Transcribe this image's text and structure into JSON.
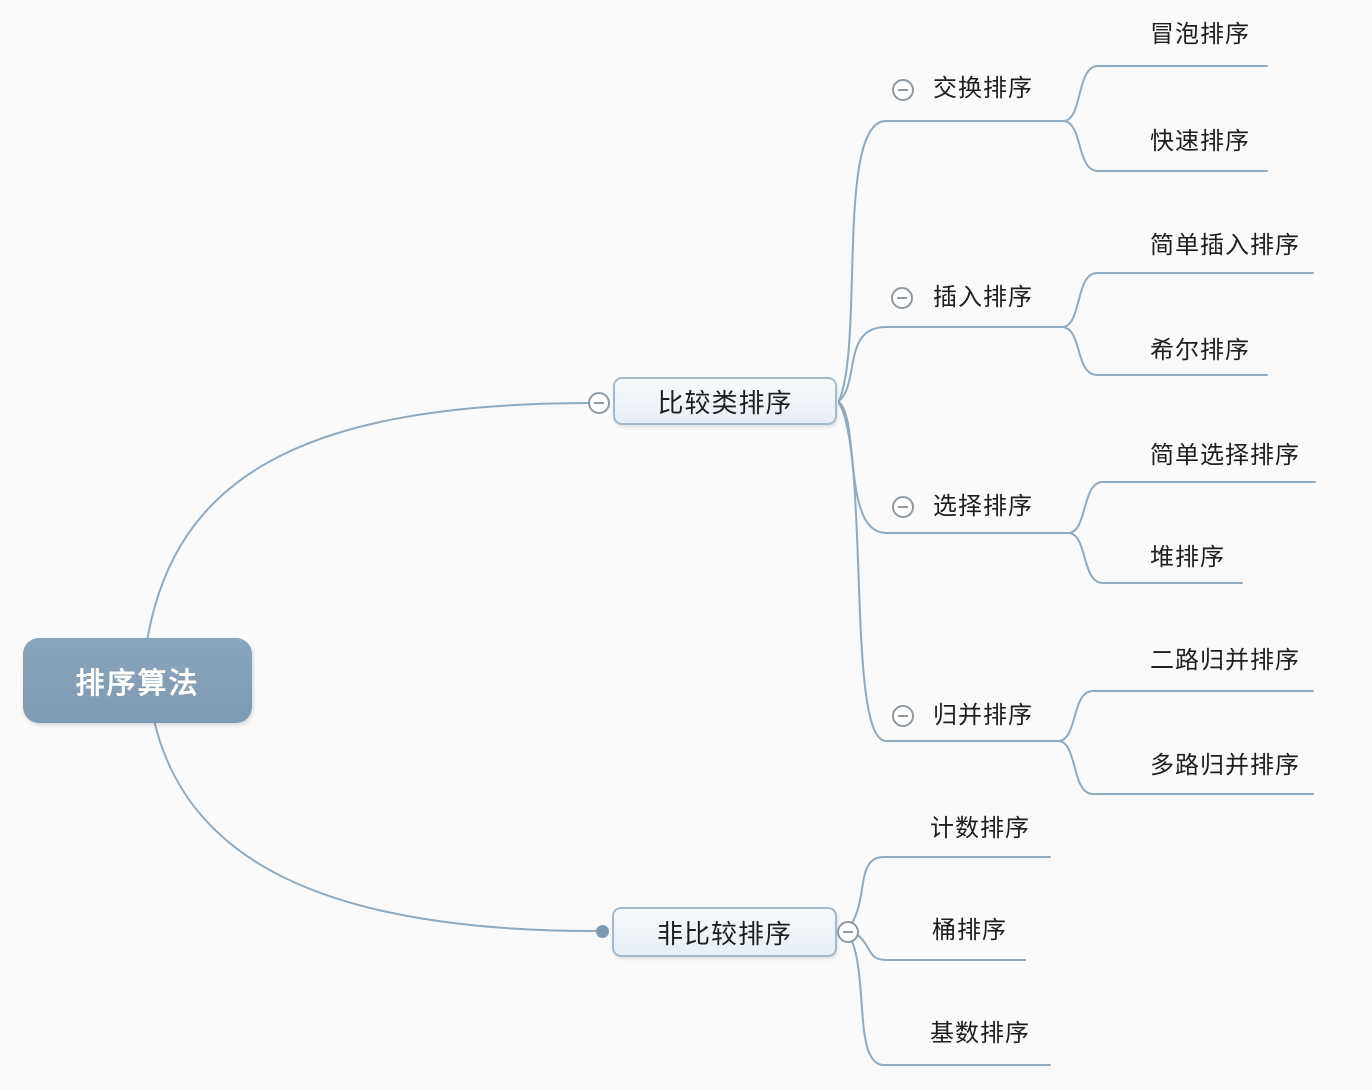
{
  "colors": {
    "background": "#fafafa",
    "connector_line": "#90aabf",
    "root_fill": "#84a0b8",
    "root_text": "#ffffff",
    "branch_node_fill": "#edf3f8",
    "branch_node_border": "#a2bacc",
    "topic_text": "#1e1e1e",
    "collapse_icon": "#8e99a2"
  },
  "icons": {
    "collapse": "minus-circle-icon",
    "connector_endpoint": "dot"
  },
  "mindmap": {
    "root": {
      "label": "排序算法"
    },
    "branches": [
      {
        "label": "比较类排序",
        "children": [
          {
            "label": "交换排序",
            "children": [
              {
                "label": "冒泡排序"
              },
              {
                "label": "快速排序"
              }
            ]
          },
          {
            "label": "插入排序",
            "children": [
              {
                "label": "简单插入排序"
              },
              {
                "label": "希尔排序"
              }
            ]
          },
          {
            "label": "选择排序",
            "children": [
              {
                "label": "简单选择排序"
              },
              {
                "label": "堆排序"
              }
            ]
          },
          {
            "label": "归并排序",
            "children": [
              {
                "label": "二路归并排序"
              },
              {
                "label": "多路归并排序"
              }
            ]
          }
        ]
      },
      {
        "label": "非比较排序",
        "children": [
          {
            "label": "计数排序"
          },
          {
            "label": "桶排序"
          },
          {
            "label": "基数排序"
          }
        ]
      }
    ]
  }
}
